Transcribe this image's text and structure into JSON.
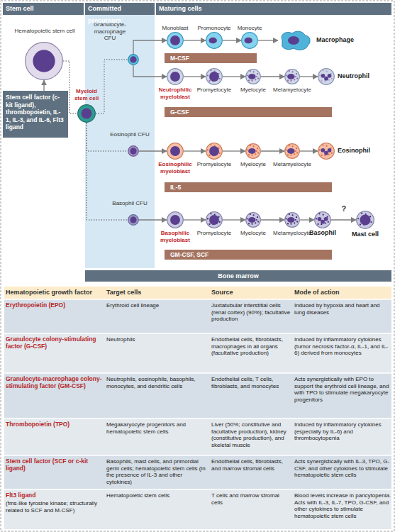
{
  "diagram": {
    "nodes": [
      {
        "text": [
          "Stem cell"
        ]
      },
      {
        "text": [
          "Committed precursors"
        ]
      },
      {
        "text": [
          "Maturing cells"
        ]
      },
      {
        "text": [
          "Hematopoietic stem cell"
        ]
      },
      {
        "text": [
          "Myeloid stem cell"
        ]
      },
      {
        "text": [
          "Stem cell factor (c-kit ligand), thrombopoietin, IL-1, IL-3, and IL-6, Flt3 ligand"
        ]
      },
      {
        "text": [
          "Granulocyte-macrophage CFU"
        ]
      },
      {
        "text": [
          "Monoblast"
        ]
      },
      {
        "text": [
          "Promonocyte"
        ]
      },
      {
        "text": [
          "Monocyte"
        ]
      },
      {
        "text": [
          "Macrophage"
        ]
      },
      {
        "text": [
          "M-CSF"
        ]
      },
      {
        "text": [
          "Neutrophilic myeloblast"
        ]
      },
      {
        "text": [
          "Promyelocyte"
        ]
      },
      {
        "text": [
          "Myelocyte"
        ]
      },
      {
        "text": [
          "Metamyelocyte"
        ]
      },
      {
        "text": [
          "Neutrophil"
        ]
      },
      {
        "text": [
          "G-CSF"
        ]
      },
      {
        "text": [
          "Eosinophil CFU"
        ]
      },
      {
        "text": [
          "Eosinophilic myeloblast"
        ]
      },
      {
        "text": [
          "Promyelocyte"
        ]
      },
      {
        "text": [
          "Myelocyte"
        ]
      },
      {
        "text": [
          "Metamyelocyte"
        ]
      },
      {
        "text": [
          "Eosinophil"
        ]
      },
      {
        "text": [
          "IL-5"
        ]
      },
      {
        "text": [
          "Basophil CFU"
        ]
      },
      {
        "text": [
          "Basophilic myeloblast"
        ]
      },
      {
        "text": [
          "Promyelocyte"
        ]
      },
      {
        "text": [
          "Myelocyte"
        ]
      },
      {
        "text": [
          "Metamyelocyte"
        ]
      },
      {
        "text": [
          "Basophil"
        ]
      },
      {
        "text": [
          "Mast cell"
        ]
      },
      {
        "text": [
          "GM-CSF, SCF"
        ]
      },
      {
        "text": [
          "Bone marrow"
        ]
      }
    ],
    "edges": [
      {
        "from": 5,
        "to": 3,
        "arrow": "to"
      },
      {
        "from": 3,
        "to": 4,
        "arrow": "none"
      },
      {
        "from": 4,
        "to": 6,
        "arrow": "none"
      },
      {
        "from": 4,
        "to": 18,
        "arrow": "none"
      },
      {
        "from": 4,
        "to": 25,
        "arrow": "none"
      },
      {
        "from": 6,
        "to": 7,
        "arrow": "to"
      },
      {
        "from": 6,
        "to": 12,
        "arrow": "to"
      },
      {
        "from": 7,
        "to": 8,
        "arrow": "to"
      },
      {
        "from": 8,
        "to": 9,
        "arrow": "to"
      },
      {
        "from": 9,
        "to": 10,
        "arrow": "to"
      },
      {
        "from": 12,
        "to": 13,
        "arrow": "to"
      },
      {
        "from": 13,
        "to": 14,
        "arrow": "to"
      },
      {
        "from": 14,
        "to": 15,
        "arrow": "to"
      },
      {
        "from": 15,
        "to": 16,
        "arrow": "to"
      },
      {
        "from": 18,
        "to": 19,
        "arrow": "to"
      },
      {
        "from": 19,
        "to": 20,
        "arrow": "to"
      },
      {
        "from": 20,
        "to": 21,
        "arrow": "to"
      },
      {
        "from": 21,
        "to": 22,
        "arrow": "to"
      },
      {
        "from": 22,
        "to": 23,
        "arrow": "to"
      },
      {
        "from": 25,
        "to": 26,
        "arrow": "to"
      },
      {
        "from": 26,
        "to": 27,
        "arrow": "to"
      },
      {
        "from": 27,
        "to": 28,
        "arrow": "to"
      },
      {
        "from": 28,
        "to": 29,
        "arrow": "to"
      },
      {
        "from": 29,
        "to": 30,
        "arrow": "to"
      },
      {
        "from": 30,
        "to": 31,
        "label": "?",
        "arrow": "to"
      }
    ],
    "labels": [
      "Hematopoietic growth factor",
      "Target cells",
      "Source",
      "Mode of action",
      "Erythropoietin (EPO)",
      "Erythroid cell lineage",
      "Juxtatubular interstitial cells (renal cortex) (90%); facultative production",
      "Induced by hypoxia and heart and lung diseases",
      "Granulocyte colony-stimulating factor (G-CSF)",
      "Neutrophils",
      "Endothelial cells, fibroblasts, macrophages in all organs (facultative production)",
      "Induced by inflammatory cytokines (tumor necrosis factor-α, IL-1, and IL-6) derived from monocytes",
      "Granulocyte-macrophage colony-stimulating factor (GM-CSF)",
      "Neutrophils, eosinophils, basophils, monocytes, and dendritic cells",
      "Endothelial cells, T cells, fibroblasts, and monocytes",
      "Acts synergistically with EPO to support the erythroid cell lineage, and with TPO to stimulate megakaryocyte progenitors",
      "Thrombopoietin (TPO)",
      "Megakaryocyte progenitors and hematopoietic stem cells",
      "Liver (50%; constitutive and facultative production), kidney (constitutive production), and skeletal muscle",
      "Induced by inflammatory cytokines (especially by IL-6) and thrombocytopenia",
      "Stem cell factor (SCF or c-kit ligand)",
      "Basophils, mast cells, and primordial germ cells; hematopoietic stem cells (in the presence of IL-3 and other cytokines)",
      "Endothelial cells, fibroblasts, and marrow stromal cells",
      "Acts synergistically with IL-3, TPO, G-CSF, and other cytokines to stimulate hematopoietic stem cells",
      "Flt3 ligand",
      "(fms-like tyrosine kinase; structurally related to SCF and M-CSF)",
      "Hematopoietic stem cells",
      "T cells and marrow stromal cells",
      "Blood levels increase in pancytopenia. Acts with IL-3, IL-7, TPO, G-CSF, and other cytokines to stimulate hematopoietic stem cells"
    ]
  }
}
